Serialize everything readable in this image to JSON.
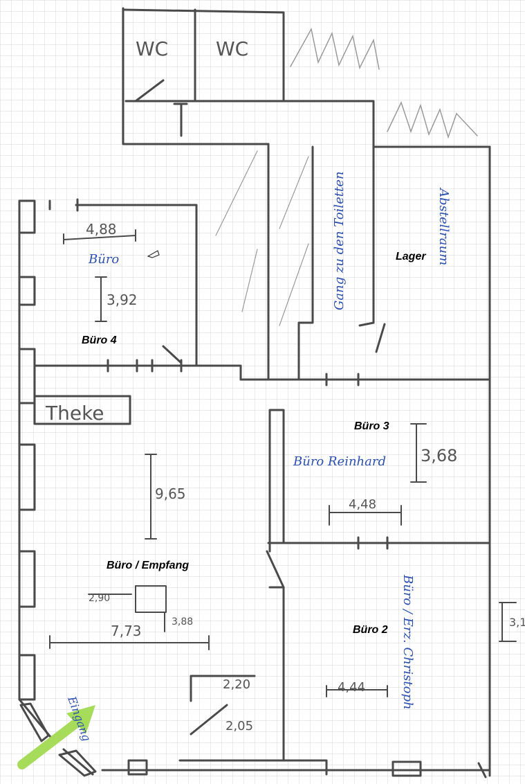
{
  "rooms": {
    "buero4": "Büro 4",
    "lager": "Lager",
    "buero3": "Büro 3",
    "empfang": "Büro / Empfang",
    "buero2": "Büro 2"
  },
  "handwriting": {
    "wc1": "WC",
    "wc2": "WC",
    "theke": "Theke",
    "buero_small": "Büro",
    "buero_reinhard": "Büro Reinhard",
    "gang": "Gang zu den Toiletten",
    "abstellraum": "Abstellraum",
    "buero_erz": "Büro / Erz. Christoph",
    "eingang": "Eingang"
  },
  "dimensions": {
    "d488": "4,88",
    "d392": "3,92",
    "d965": "9,65",
    "d290": "2,90",
    "d388": "3,88",
    "d773": "7,73",
    "d220": "2,20",
    "d205": "2,05",
    "d368": "3,68",
    "d448": "4,48",
    "d444": "4,44",
    "d31": "3,1"
  },
  "colors": {
    "pencil": "#4a4a4a",
    "ink_blue": "#2a4fb0",
    "arrow_green": "#a6dc5a",
    "grid": "#d4d4d4"
  }
}
